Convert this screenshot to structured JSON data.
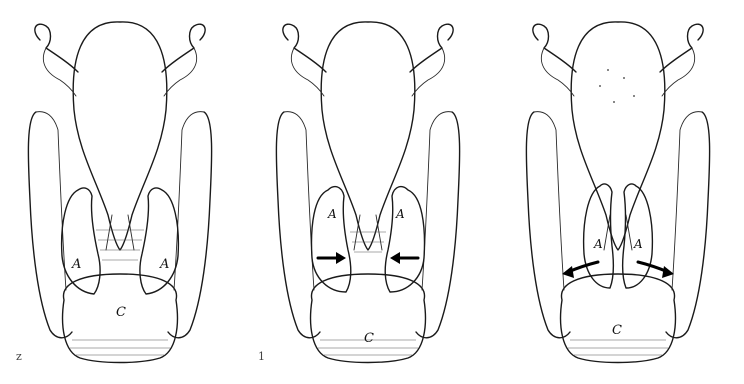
{
  "panels": [
    {
      "marker": "z",
      "cartilage_left": "A",
      "cartilage_right": "A",
      "cricoid": "C",
      "arrows": "none"
    },
    {
      "marker": "1",
      "cartilage_left": "A",
      "cartilage_right": "A",
      "cricoid": "C",
      "arrows": "inward"
    },
    {
      "marker": "",
      "cartilage_left": "A",
      "cartilage_right": "A",
      "cricoid": "C",
      "arrows": "outward"
    }
  ]
}
